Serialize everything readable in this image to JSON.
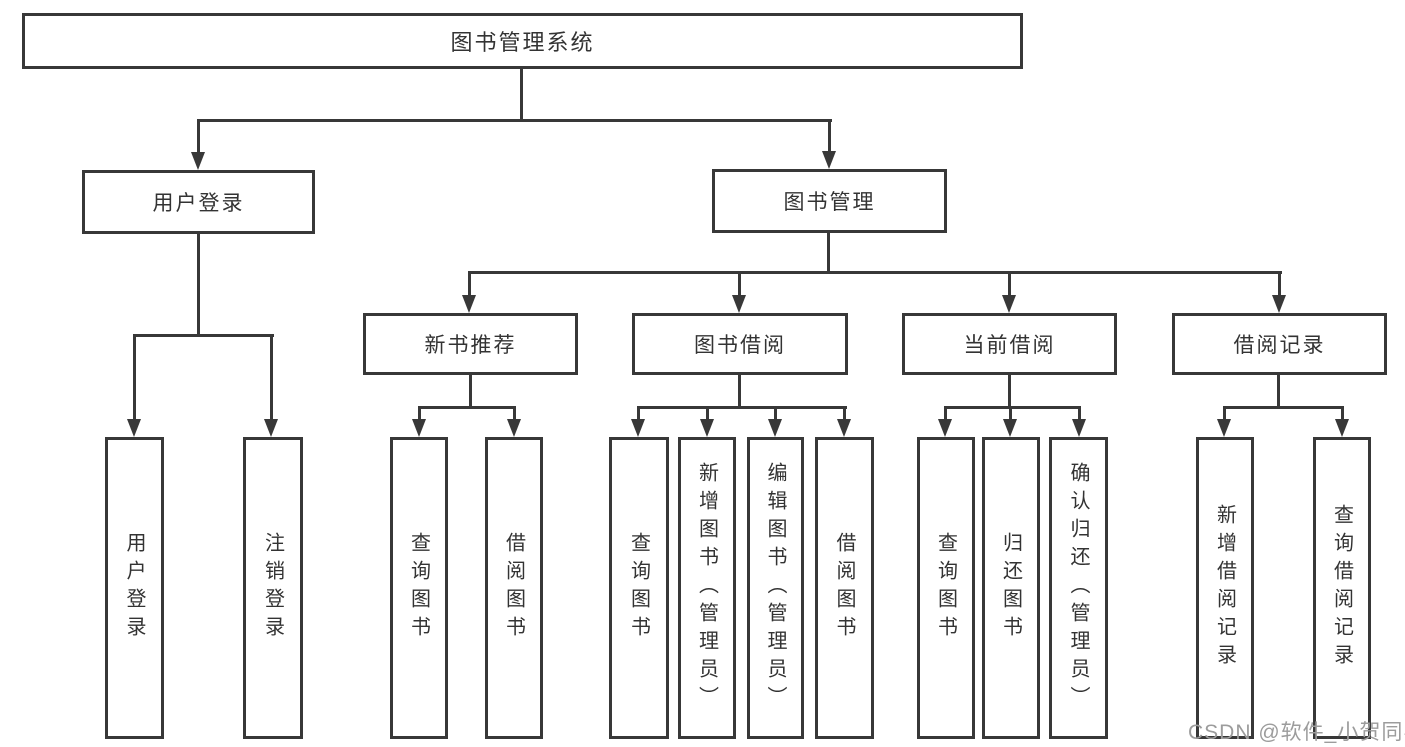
{
  "diagram": {
    "tree": {
      "root": {
        "label": "图书管理系统",
        "children": [
          {
            "label": "用户登录",
            "children": [
              {
                "label": "用户登录"
              },
              {
                "label": "注销登录"
              }
            ]
          },
          {
            "label": "图书管理",
            "children": [
              {
                "label": "新书推荐",
                "children": [
                  {
                    "label": "查询图书"
                  },
                  {
                    "label": "借阅图书"
                  }
                ]
              },
              {
                "label": "图书借阅",
                "children": [
                  {
                    "label": "查询图书"
                  },
                  {
                    "label": "新增图书（管理员）"
                  },
                  {
                    "label": "编辑图书（管理员）"
                  },
                  {
                    "label": "借阅图书"
                  }
                ]
              },
              {
                "label": "当前借阅",
                "children": [
                  {
                    "label": "查询图书"
                  },
                  {
                    "label": "归还图书"
                  },
                  {
                    "label": "确认归还（管理员）"
                  }
                ]
              },
              {
                "label": "借阅记录",
                "children": [
                  {
                    "label": "新增借阅记录"
                  },
                  {
                    "label": "查询借阅记录"
                  }
                ]
              }
            ]
          }
        ]
      }
    },
    "colors": {
      "line": "#383838",
      "text": "#333333",
      "background": "#ffffff",
      "watermark_color": "#9c9c9c"
    }
  },
  "watermark": {
    "text": "CSDN @软件_小贺同学"
  }
}
